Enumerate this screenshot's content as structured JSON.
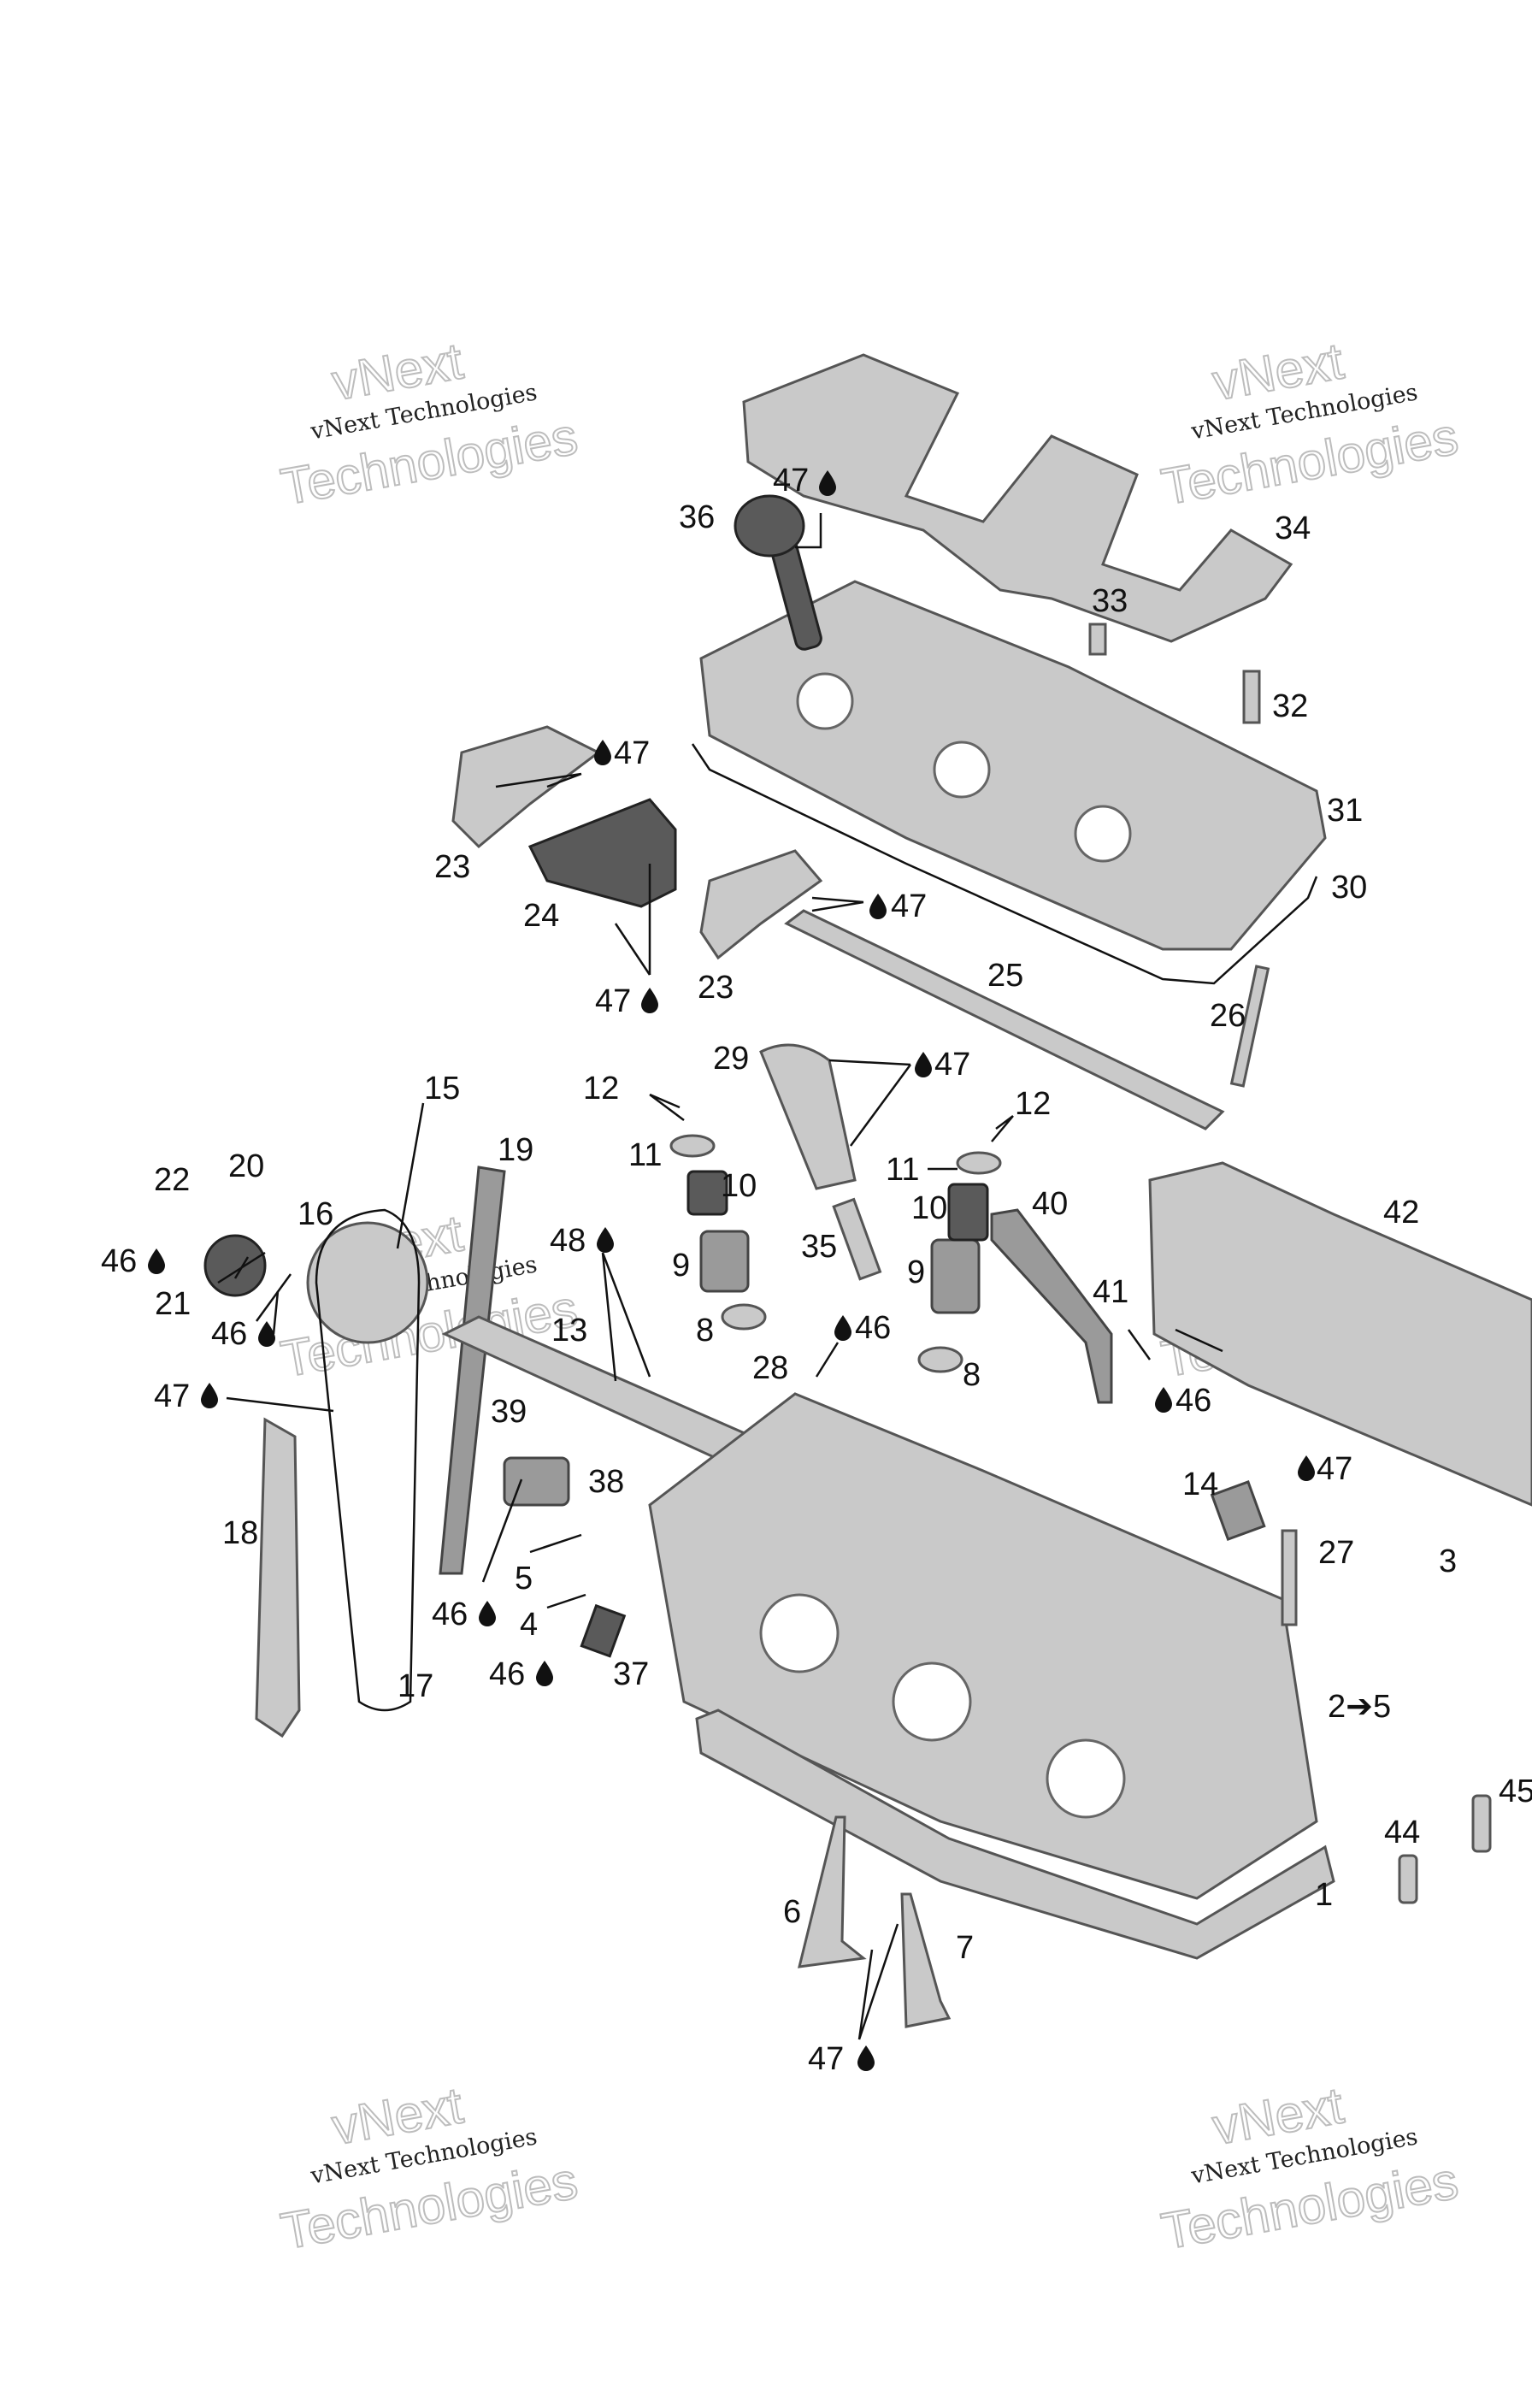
{
  "labels": [
    {
      "id": "l1",
      "text": "1"
    },
    {
      "id": "l2",
      "text": "2➔5"
    },
    {
      "id": "l3",
      "text": "3"
    },
    {
      "id": "l4",
      "text": "4"
    },
    {
      "id": "l5",
      "text": "5"
    },
    {
      "id": "l6",
      "text": "6"
    },
    {
      "id": "l7",
      "text": "7"
    },
    {
      "id": "l8a",
      "text": "8"
    },
    {
      "id": "l8b",
      "text": "8"
    },
    {
      "id": "l9a",
      "text": "9"
    },
    {
      "id": "l9b",
      "text": "9"
    },
    {
      "id": "l10a",
      "text": "10"
    },
    {
      "id": "l10b",
      "text": "10"
    },
    {
      "id": "l11a",
      "text": "11"
    },
    {
      "id": "l11b",
      "text": "11"
    },
    {
      "id": "l12a",
      "text": "12"
    },
    {
      "id": "l12b",
      "text": "12"
    },
    {
      "id": "l13",
      "text": "13"
    },
    {
      "id": "l14",
      "text": "14"
    },
    {
      "id": "l15",
      "text": "15"
    },
    {
      "id": "l16",
      "text": "16"
    },
    {
      "id": "l17",
      "text": "17"
    },
    {
      "id": "l18",
      "text": "18"
    },
    {
      "id": "l19",
      "text": "19"
    },
    {
      "id": "l20",
      "text": "20"
    },
    {
      "id": "l21",
      "text": "21"
    },
    {
      "id": "l22",
      "text": "22"
    },
    {
      "id": "l23a",
      "text": "23"
    },
    {
      "id": "l23b",
      "text": "23"
    },
    {
      "id": "l24",
      "text": "24"
    },
    {
      "id": "l25",
      "text": "25"
    },
    {
      "id": "l26",
      "text": "26"
    },
    {
      "id": "l27",
      "text": "27"
    },
    {
      "id": "l28",
      "text": "28"
    },
    {
      "id": "l29",
      "text": "29"
    },
    {
      "id": "l30",
      "text": "30"
    },
    {
      "id": "l31",
      "text": "31"
    },
    {
      "id": "l32",
      "text": "32"
    },
    {
      "id": "l33",
      "text": "33"
    },
    {
      "id": "l34",
      "text": "34"
    },
    {
      "id": "l35",
      "text": "35"
    },
    {
      "id": "l36",
      "text": "36"
    },
    {
      "id": "l37",
      "text": "37"
    },
    {
      "id": "l38",
      "text": "38"
    },
    {
      "id": "l39",
      "text": "39"
    },
    {
      "id": "l40",
      "text": "40"
    },
    {
      "id": "l41",
      "text": "41"
    },
    {
      "id": "l42",
      "text": "42"
    },
    {
      "id": "l44",
      "text": "44"
    },
    {
      "id": "l45",
      "text": "45"
    },
    {
      "id": "l47_top",
      "text": "47"
    },
    {
      "id": "l47_r1",
      "text": "47"
    },
    {
      "id": "l47_r2",
      "text": "47"
    },
    {
      "id": "l47_24",
      "text": "47"
    },
    {
      "id": "l47_29",
      "text": "47"
    },
    {
      "id": "l47_chain",
      "text": "47"
    },
    {
      "id": "l47_14",
      "text": "47"
    },
    {
      "id": "l47_valve",
      "text": "47"
    },
    {
      "id": "l48",
      "text": "48"
    },
    {
      "id": "l46_22",
      "text": "46"
    },
    {
      "id": "l46_16",
      "text": "46"
    },
    {
      "id": "l46_28",
      "text": "46"
    },
    {
      "id": "l46_41",
      "text": "46"
    },
    {
      "id": "l46_39",
      "text": "46"
    },
    {
      "id": "l46_4",
      "text": "46"
    }
  ],
  "watermark": {
    "line1": "vNext",
    "line2": "vNext Technologies",
    "line3": "Technologies"
  },
  "icons": {
    "oil_drop": "oil-drop-icon"
  }
}
